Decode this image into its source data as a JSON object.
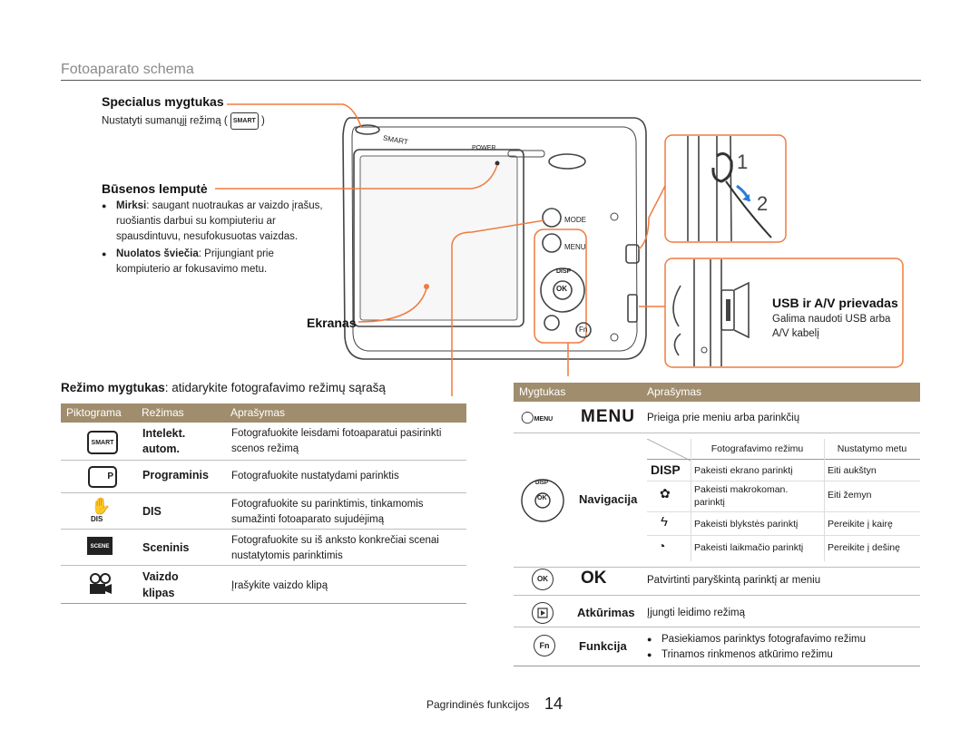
{
  "page": {
    "title": "Fotoaparato schema",
    "footer_text": "Pagrindinės funkcijos",
    "page_number": "14"
  },
  "callouts": {
    "smart_button": {
      "title": "Specialus mygtukas",
      "text": "Nustatyti sumanųjį režimą (",
      "text_end": ")"
    },
    "status_lamp": {
      "title": "Būsenos lemputė",
      "blink_label": "Mirksi",
      "blink_text": ": saugant nuotraukas ar vaizdo įrašus, ruošiantis darbui su kompiuteriu ar spausdintuvu, nesufokusuotas vaizdas.",
      "steady_label": "Nuolatos šviečia",
      "steady_text": ": Prijungiant prie kompiuterio ar fokusavimo metu."
    },
    "screen": {
      "title": "Ekranas"
    },
    "mode_button": {
      "title": "Režimo mygtukas",
      "text": ": atidarykite fotografavimo režimų sąrašą"
    },
    "usb_port": {
      "title": "USB ir A/V prievadas",
      "line1": "Galima naudoti USB arba",
      "line2": "A/V kabelį"
    },
    "strap_steps": [
      "1",
      "2"
    ]
  },
  "camera_labels": {
    "smart": "SMART",
    "power": "POWER",
    "mode": "MODE",
    "menu": "MENU",
    "disp": "DISP",
    "ok": "OK",
    "fn": "Fn"
  },
  "mode_table": {
    "headers": [
      "Piktograma",
      "Režimas",
      "Aprašymas"
    ],
    "rows": [
      {
        "icon": "smart-auto-icon",
        "mode_line1": "Intelekt.",
        "mode_line2": "autom.",
        "desc": "Fotografuokite leisdami fotoaparatui pasirinkti scenos režimą"
      },
      {
        "icon": "program-icon",
        "mode_line1": "Programinis",
        "mode_line2": "",
        "desc": "Fotografuokite nustatydami parinktis"
      },
      {
        "icon": "dis-icon",
        "mode_line1": "DIS",
        "mode_line2": "",
        "desc": "Fotografuokite su parinktimis, tinkamomis sumažinti fotoaparato sujudėjimą"
      },
      {
        "icon": "scene-icon",
        "mode_line1": "Sceninis",
        "mode_line2": "",
        "desc": "Fotografuokite su iš anksto konkrečiai scenai nustatytomis parinktimis"
      },
      {
        "icon": "movie-icon",
        "mode_line1": "Vaizdo",
        "mode_line2": "klipas",
        "desc": "Įrašykite vaizdo klipą"
      }
    ],
    "icon_texts": {
      "smart": "SMART",
      "program": "P",
      "dis": "DIS",
      "scene": "SCENE"
    }
  },
  "button_table": {
    "headers": [
      "Mygtukas",
      "Aprašymas"
    ],
    "menu": {
      "label": "MENU",
      "desc": "Prieiga prie meniu arba parinkčių"
    },
    "navigation": {
      "label": "Navigacija",
      "inner_headers": [
        "Fotografavimo režimu",
        "Nustatymo metu"
      ],
      "inner_rows": [
        {
          "icon": "DISP",
          "a": "Pakeisti ekrano parinktį",
          "b": "Eiti aukštyn"
        },
        {
          "icon": "macro",
          "a": "Pakeisti makrokoman. parinktį",
          "b": "Eiti žemyn"
        },
        {
          "icon": "flash",
          "a": "Pakeisti blykstės parinktį",
          "b": "Pereikite į kairę"
        },
        {
          "icon": "timer",
          "a": "Pakeisti laikmačio parinktį",
          "b": "Pereikite į dešinę"
        }
      ]
    },
    "ok": {
      "label": "OK",
      "desc": "Patvirtinti paryškintą parinktį ar meniu"
    },
    "playback": {
      "label": "Atkūrimas",
      "desc": "Įjungti leidimo režimą"
    },
    "function": {
      "label": "Funkcija",
      "bullets": [
        "Pasiekiamos parinktys fotografavimo režimu",
        "Trinamos rinkmenos atkūrimo režimu"
      ]
    }
  },
  "colors": {
    "accent": "#f07b3f",
    "table_header": "#a08d6d",
    "rule": "#bdbdbd"
  }
}
